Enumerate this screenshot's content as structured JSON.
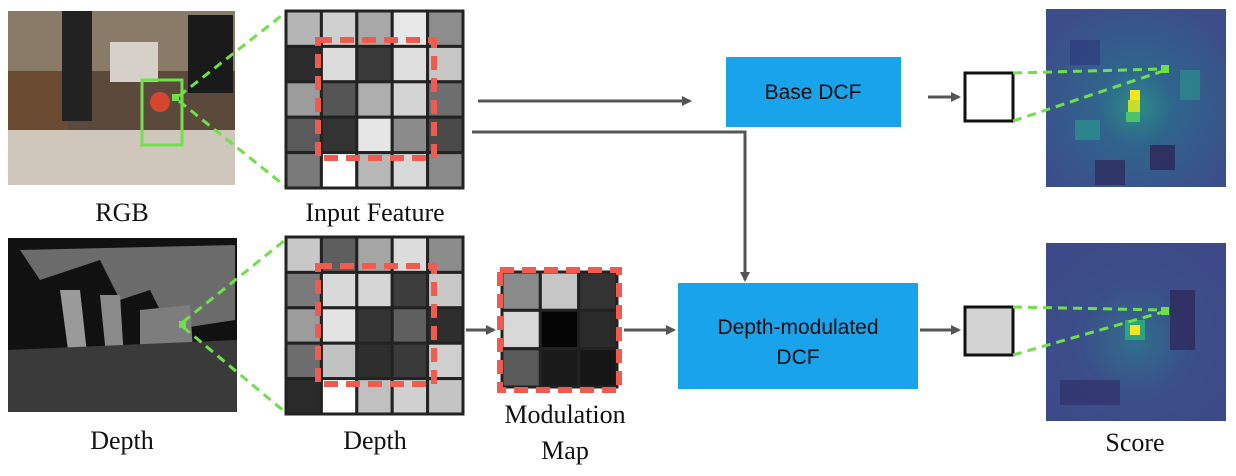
{
  "captions": {
    "rgb": "RGB",
    "input_feature": "Input Feature",
    "depth_left": "Depth",
    "depth_grid": "Depth",
    "modulation_line1": "Modulation",
    "modulation_line2": "Map",
    "score": "Score"
  },
  "boxes": {
    "base_dcf": "Base DCF",
    "depth_dcf_line1": "Depth-modulated",
    "depth_dcf_line2": "DCF"
  },
  "colors": {
    "box_fill": "#18a3ea",
    "dashed_red": "#ef5b4f",
    "dashed_green": "#6fe04a",
    "arrow": "#555555",
    "heat_low": "#2e1a5c",
    "heat_high": "#f3e61c"
  },
  "grids": {
    "input_feature": [
      [
        "#b5b5b5",
        "#d0d0d0",
        "#a8a8a8",
        "#e8e8e8",
        "#8d8d8d"
      ],
      [
        "#2c2c2c",
        "#dcdcdc",
        "#3a3a3a",
        "#dedede",
        "#c6c6c6"
      ],
      [
        "#9c9c9c",
        "#555555",
        "#aeaeae",
        "#d4d4d4",
        "#6e6e6e"
      ],
      [
        "#5a5a5a",
        "#333333",
        "#e6e6e6",
        "#8b8b8b",
        "#4a4a4a"
      ],
      [
        "#7a7a7a",
        "#ffffff",
        "#b8b8b8",
        "#d8d8d8",
        "#8a8a8a"
      ]
    ],
    "depth": [
      [
        "#c8c8c8",
        "#5e5e5e",
        "#a5a5a5",
        "#dcdcdc",
        "#8c8c8c"
      ],
      [
        "#7a7a7a",
        "#d9d9d9",
        "#d6d6d6",
        "#3d3d3d",
        "#c8c8c8"
      ],
      [
        "#9c9c9c",
        "#e3e3e3",
        "#343434",
        "#5f5f5f",
        "#2e2e2e"
      ],
      [
        "#6d6d6d",
        "#c2c2c2",
        "#2e2e2e",
        "#3a3a3a",
        "#cfcfcf"
      ],
      [
        "#2a2a2a",
        "#ffffff",
        "#c0c0c0",
        "#d0d0d0",
        "#c4c4c4"
      ]
    ],
    "modulation": [
      [
        "#8a8a8a",
        "#c6c6c6",
        "#333333"
      ],
      [
        "#d8d8d8",
        "#050505",
        "#2a2a2a"
      ],
      [
        "#5a5a5a",
        "#1a1a1a",
        "#161616"
      ]
    ]
  },
  "output_squares": {
    "base": "#ffffff",
    "depth": "#d3d3d3"
  }
}
